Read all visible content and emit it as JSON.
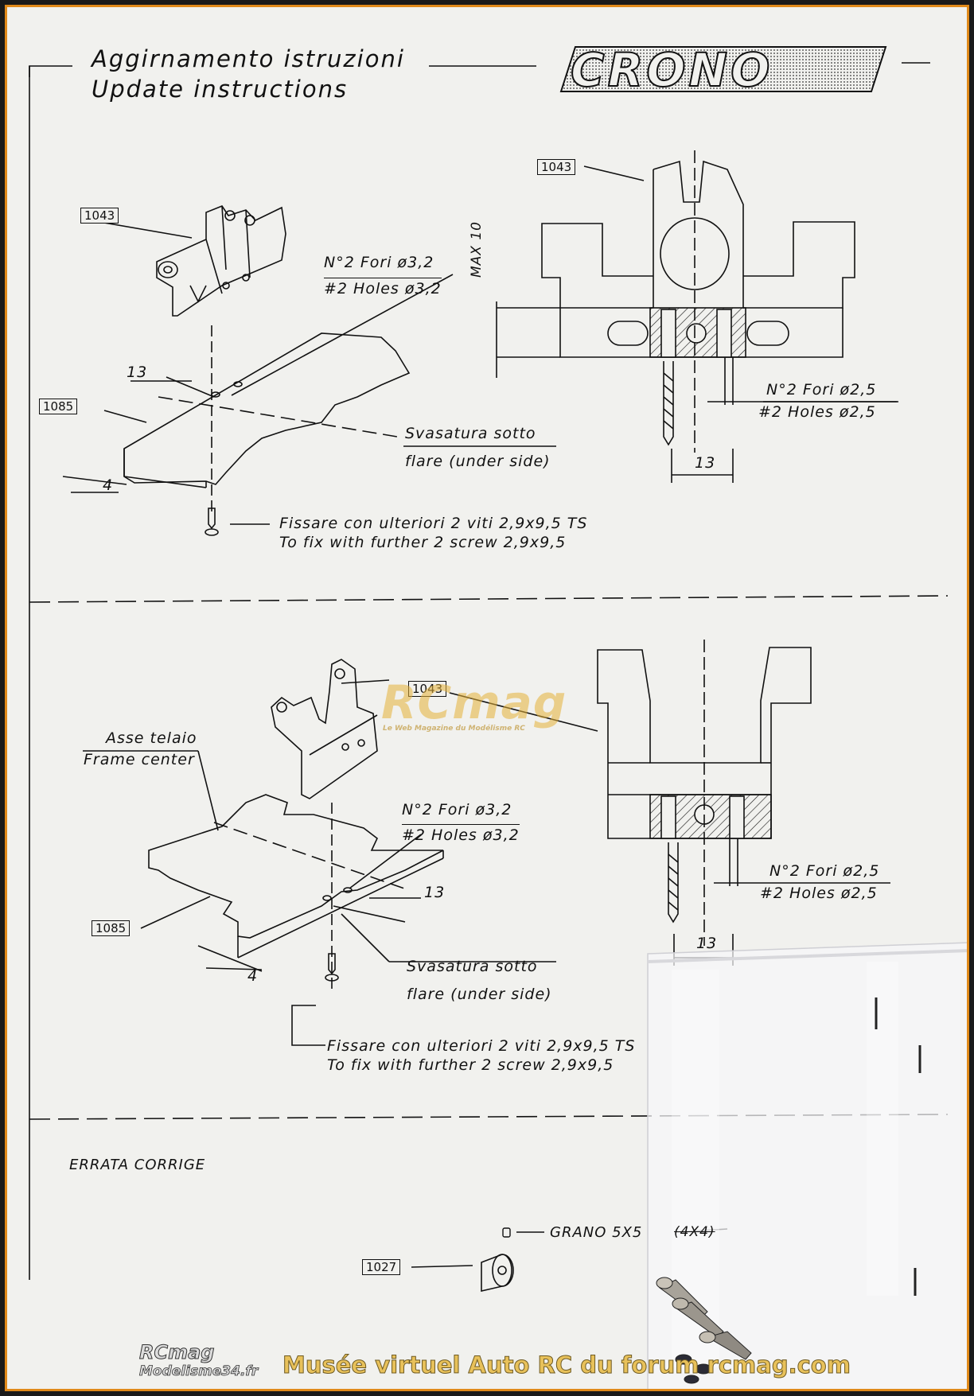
{
  "header": {
    "title_it": "Aggirnamento istruzioni",
    "title_en": "Update instructions",
    "logo_text": "CRONO"
  },
  "section1": {
    "part_bracket": "1043",
    "part_chassis": "1085",
    "holes_it": "N°2 Fori ø3,2",
    "holes_en": "#2 Holes ø3,2",
    "dim_13": "13",
    "dim_4": "4",
    "flare_it": "Svasatura sotto",
    "flare_en": "flare (under side)",
    "fix_it": "Fissare con ulteriori 2 viti 2,9x9,5 TS",
    "fix_en": "To fix with further 2 screw 2,9x9,5",
    "side_part": "1043",
    "max_label": "MAX 10",
    "side_holes_it": "N°2 Fori ø2,5",
    "side_holes_en": "#2 Holes ø2,5",
    "side_dim": "13"
  },
  "section2": {
    "part_bracket": "1043",
    "part_chassis": "1085",
    "axis_it": "Asse telaio",
    "axis_en": "Frame center",
    "holes_it": "N°2 Fori ø3,2",
    "holes_en": "#2 Holes ø3,2",
    "dim_13": "13",
    "dim_4": "4",
    "flare_it": "Svasatura sotto",
    "flare_en": "flare (under side)",
    "fix_it": "Fissare con ulteriori 2 viti 2,9x9,5 TS",
    "fix_en": "To fix with further 2 screw 2,9x9,5",
    "side_holes_it": "N°2 Fori ø2,5",
    "side_holes_en": "#2 Holes ø2,5",
    "side_dim": "13"
  },
  "errata": {
    "heading": "ERRATA CORRIGE",
    "grano_label": "GRANO 5X5",
    "grano_struck": "(4X4)",
    "part": "1027"
  },
  "watermarks": {
    "center_logo": "RCmag",
    "center_sub": "Le Web Magazine du Modélisme RC",
    "corner_logo": "RCmag",
    "corner_sub": "Modelisme34.fr",
    "footer": "Musée virtuel Auto RC du forum rcmag.com"
  },
  "colors": {
    "frame": "#e08a1a",
    "paper": "#f1f1ee",
    "watermark": "#e6b23a"
  }
}
